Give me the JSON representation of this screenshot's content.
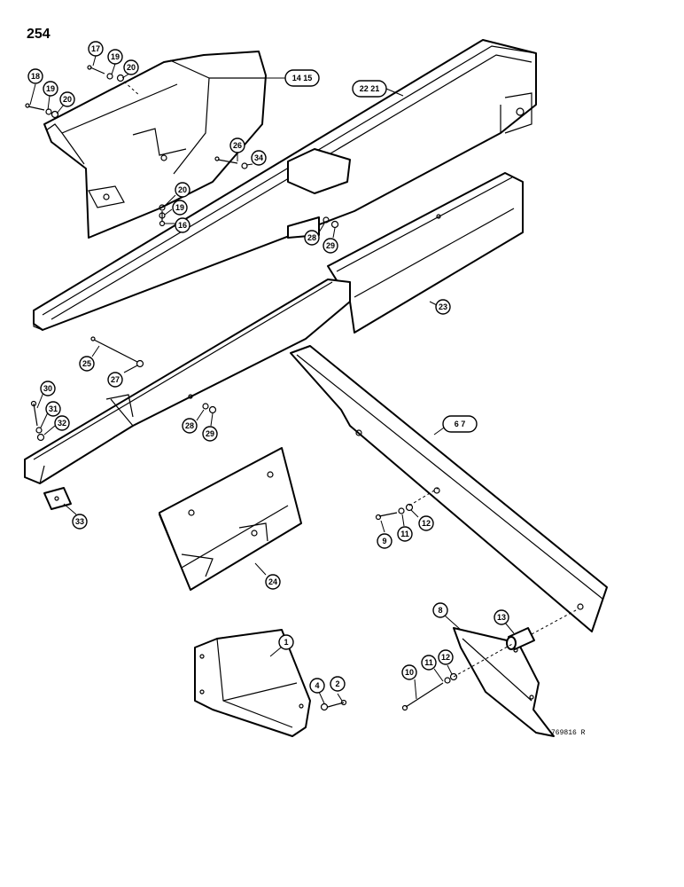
{
  "page_number": "254",
  "drawing_code": "769816  R",
  "callouts": {
    "c17": "17",
    "c19a": "19",
    "c20a": "20",
    "c18": "18",
    "c19b": "19",
    "c20b": "20",
    "c14_15": "14 15",
    "c22_21": "22 21",
    "c26": "26",
    "c34": "34",
    "c20c": "20",
    "c19c": "19",
    "c16": "16",
    "c28a": "28",
    "c29a": "29",
    "c23": "23",
    "c25": "25",
    "c27": "27",
    "c30": "30",
    "c31": "31",
    "c32": "32",
    "c28b": "28",
    "c29b": "29",
    "c33": "33",
    "c6_7": "6 7",
    "c9": "9",
    "c11a": "11",
    "c12a": "12",
    "c24": "24",
    "c8": "8",
    "c13": "13",
    "c1": "1",
    "c4": "4",
    "c2": "2",
    "c10": "10",
    "c11b": "11",
    "c12b": "12"
  }
}
